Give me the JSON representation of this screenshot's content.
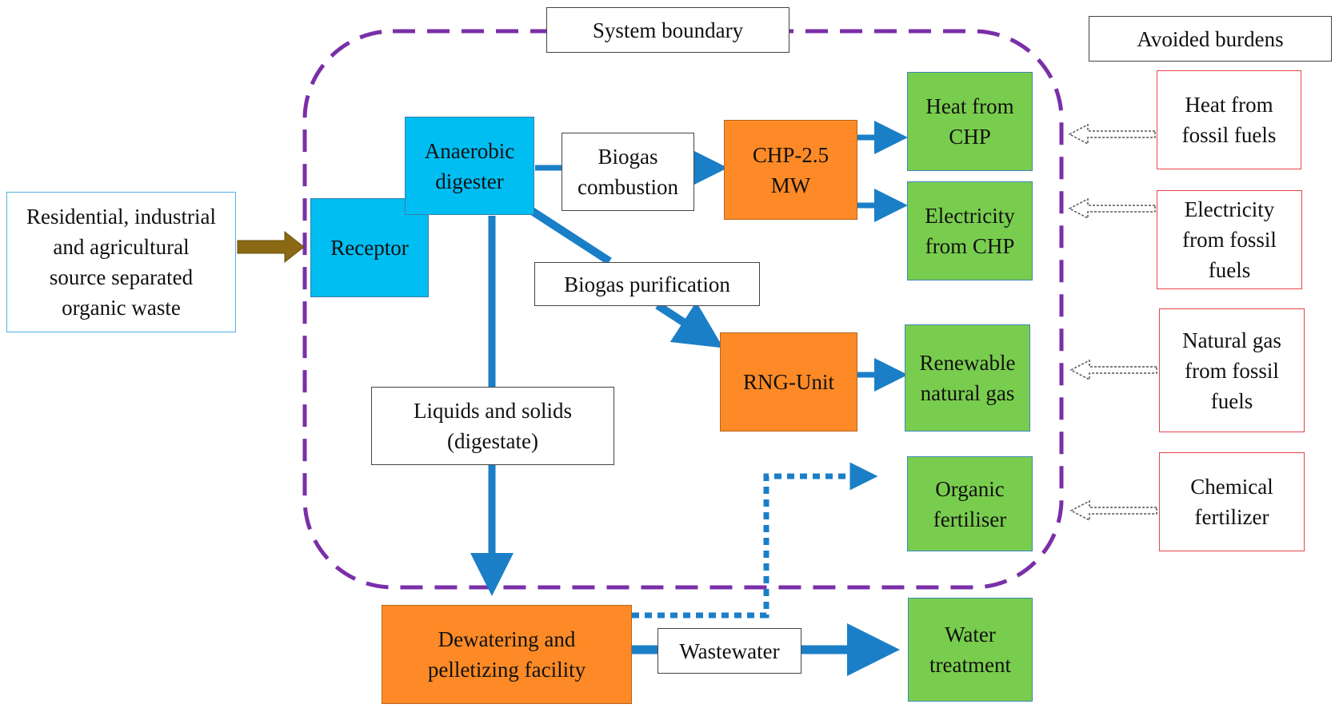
{
  "labels": {
    "system_boundary": "System boundary",
    "avoided_burdens": "Avoided burdens",
    "source": "Residential, industrial\nand agricultural\nsource separated\norganic waste",
    "receptor": "Receptor",
    "anaerobic_digester": "Anaerobic\ndigester",
    "biogas_combustion": "Biogas\ncombustion",
    "chp": "CHP-2.5\nMW",
    "heat_chp": "Heat from\nCHP",
    "electricity_chp": "Electricity\nfrom CHP",
    "biogas_purification": "Biogas purification",
    "rng_unit": "RNG-Unit",
    "renewable_gas": "Renewable\nnatural gas",
    "digestate": "Liquids and solids\n(digestate)",
    "organic_fertiliser": "Organic\nfertiliser",
    "dewatering": "Dewatering and\npelletizing facility",
    "wastewater": "Wastewater",
    "water_treatment": "Water\ntreatment",
    "heat_fossil": "Heat from\nfossil fuels",
    "electricity_fossil": "Electricity\nfrom fossil\nfuels",
    "gas_fossil": "Natural gas\nfrom fossil\nfuels",
    "chemical_fertilizer": "Chemical\nfertilizer"
  },
  "colors": {
    "boundary": "#7a2fa8",
    "flow_arrow": "#1a7fc7",
    "input_arrow": "#8b6914",
    "process_cyan": "#00bdf2",
    "process_orange": "#fd8a26",
    "product_green": "#79cd4e",
    "avoided_border": "#e8444a"
  }
}
